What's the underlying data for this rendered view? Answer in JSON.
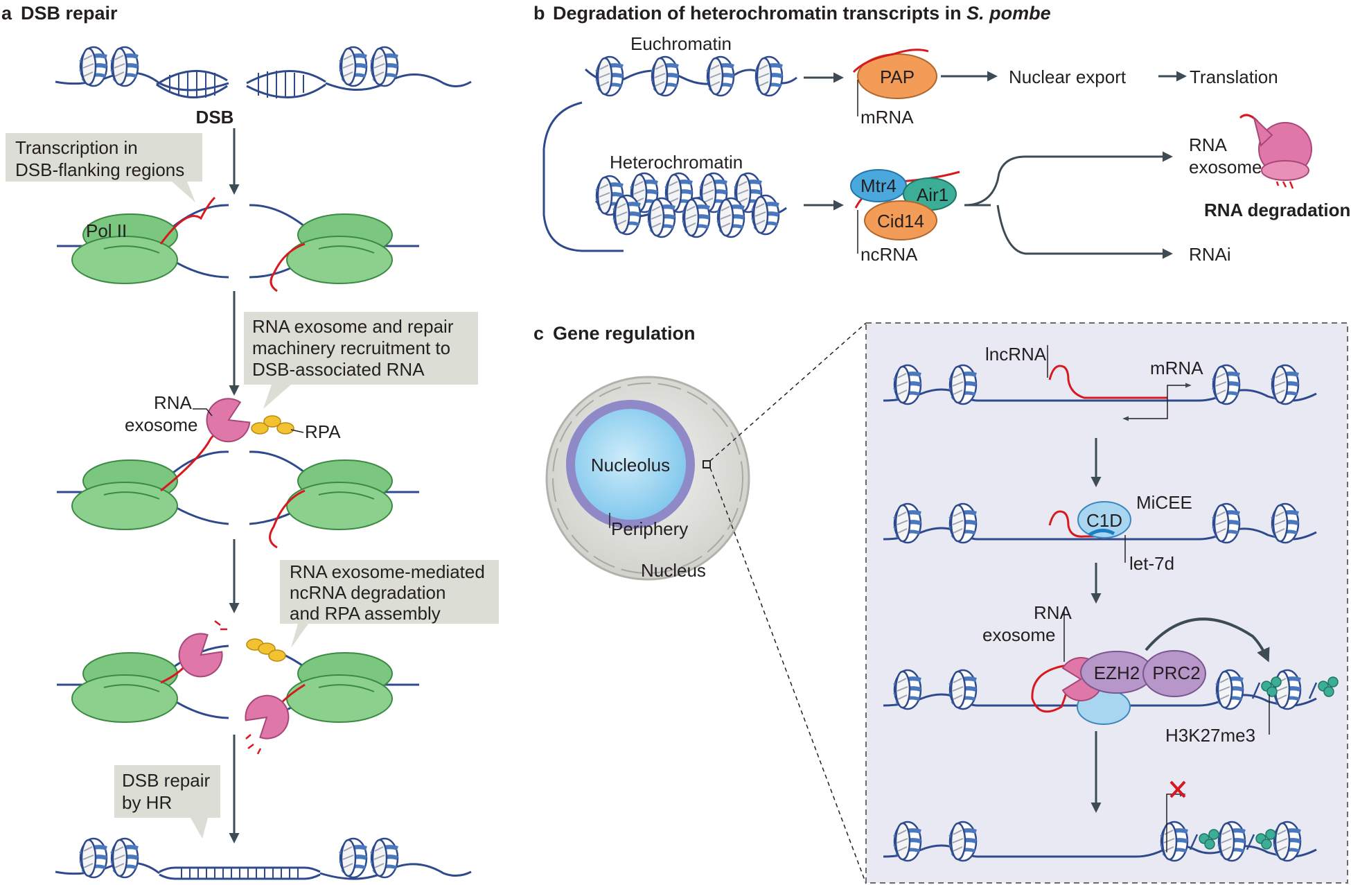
{
  "panel_a": {
    "letter": "a",
    "title": "DSB repair",
    "dsb_label": "DSB",
    "callout1": [
      "Transcription in",
      "DSB-flanking regions"
    ],
    "pol_label": "Pol II",
    "callout2": [
      "RNA exosome and repair",
      "machinery recruitment to",
      "DSB-associated RNA"
    ],
    "rna_exosome": [
      "RNA",
      "exosome"
    ],
    "rpa": "RPA",
    "callout3": [
      "RNA exosome-mediated",
      "ncRNA degradation",
      "and RPA assembly"
    ],
    "callout4": [
      "DSB repair",
      "by HR"
    ]
  },
  "panel_b": {
    "letter": "b",
    "title_prefix": "Degradation of heterochromatin transcripts in ",
    "title_italic": "S. pombe",
    "euchromatin": "Euchromatin",
    "heterochromatin": "Heterochromatin",
    "pap": "PAP",
    "mrna": "mRNA",
    "nuclear_export": "Nuclear export",
    "translation": "Translation",
    "mtr4": "Mtr4",
    "air1": "Air1",
    "cid14": "Cid14",
    "ncrna": "ncRNA",
    "rna_exosome": [
      "RNA",
      "exosome"
    ],
    "rna_degradation": "RNA degradation",
    "rnai": "RNAi"
  },
  "panel_c": {
    "letter": "c",
    "title": "Gene regulation",
    "nucleolus": "Nucleolus",
    "periphery": "Periphery",
    "nucleus": "Nucleus",
    "lncrna": "lncRNA",
    "mrna": "mRNA",
    "c1d": "C1D",
    "micee": "MiCEE",
    "let7d": "let-7d",
    "rna_exosome": [
      "RNA",
      "exosome"
    ],
    "ezh2": "EZH2",
    "prc2": "PRC2",
    "h3k27me3": "H3K27me3"
  },
  "colors": {
    "dna": "#2e4a8c",
    "rna": "#d7191f",
    "pol_green": "#7cc77f",
    "exosome_pink": "#df78a8",
    "rpa_yellow": "#f2c230",
    "pap_orange": "#f39c57",
    "mtr4_blue": "#4aa8dd",
    "air1_teal": "#3cae98",
    "prc2_purple": "#b796c9",
    "arrow_grey": "#3d4b55",
    "callout_grey": "#dcddd5",
    "inset_bg": "#e9e9f4"
  }
}
